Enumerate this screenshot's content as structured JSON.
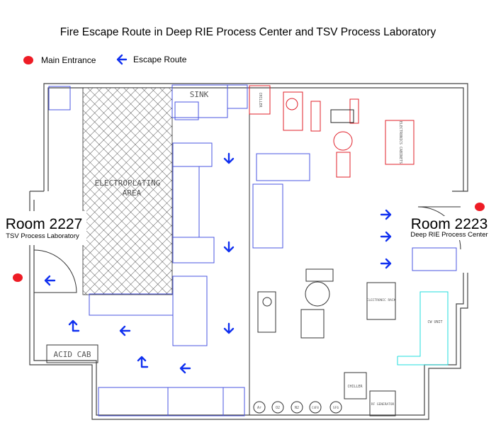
{
  "title": "Fire Escape Route in Deep RIE Process Center and TSV Process Laboratory",
  "legend": {
    "main_entrance": "Main Entrance",
    "escape_route": "Escape Route",
    "entrance_color": "#ee1c25",
    "route_color": "#1030f0"
  },
  "rooms": {
    "left": {
      "number": "Room 2227",
      "name": "TSV Process Laboratory"
    },
    "right": {
      "number": "Room 2223",
      "name": "Deep RIE Process Center"
    }
  },
  "labels": {
    "sink": "SINK",
    "electroplating": "ELECTROPLATING",
    "electroplating2": "AREA",
    "acid_cab": "ACID CAB",
    "chiller_top": "CHILLER",
    "electronics_cabinets": "ELECTRONICS CABINETS",
    "electronic_rack": "ELECTRONIC RACK",
    "cw_unit": "CW UNIT",
    "chiller": "CHILLER",
    "rf_generator": "RF GENERATOR",
    "cylinders": [
      "Ar",
      "O2",
      "N2",
      "C4F8",
      "SF6"
    ]
  }
}
